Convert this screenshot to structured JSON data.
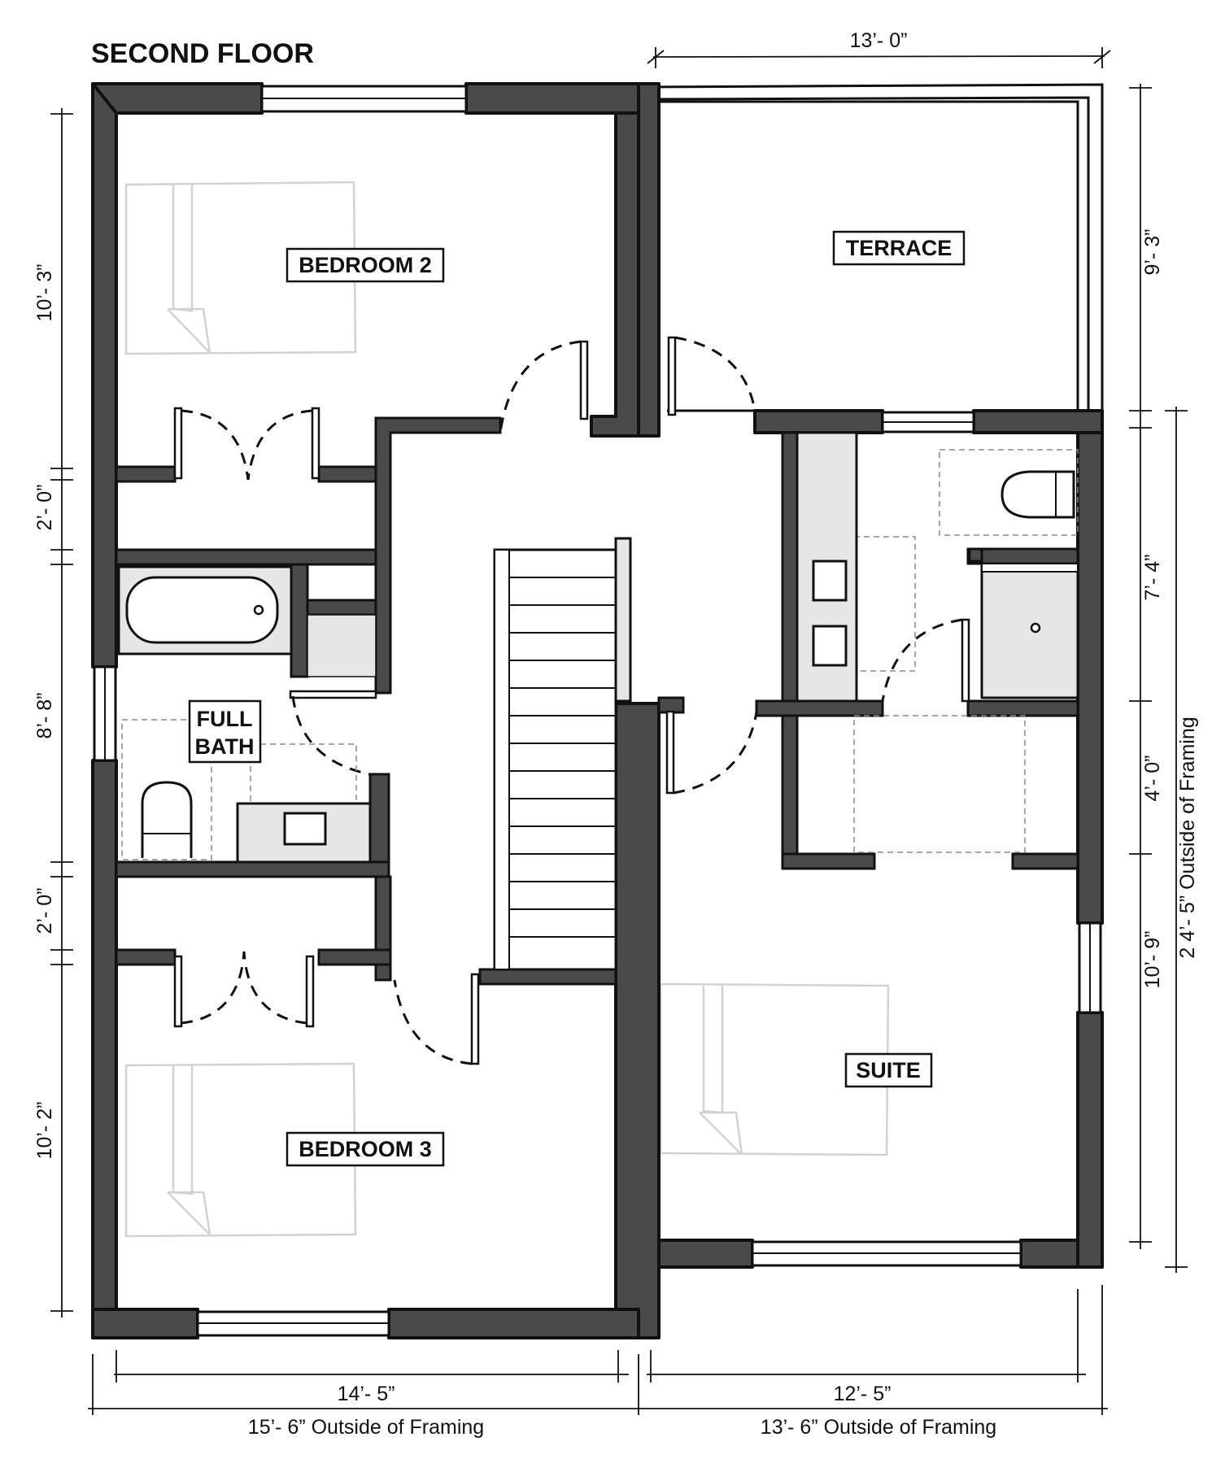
{
  "title": "SECOND FLOOR",
  "rooms": {
    "bedroom2": "BEDROOM 2",
    "terrace": "TERRACE",
    "full_bath_line1": "FULL",
    "full_bath_line2": "BATH",
    "suite": "SUITE",
    "bedroom3": "BEDROOM 3"
  },
  "dimensions": {
    "top": "13’- 0”",
    "left_bedroom2": "10’- 3”",
    "left_hall_upper": "2’- 0”",
    "left_bath": "8’- 8”",
    "left_hall_lower": "2’- 0”",
    "left_bedroom3": "10’- 2”",
    "right_terrace": "9’- 3”",
    "right_bath": "7’- 4”",
    "right_closet": "4’- 0”",
    "right_suite": "10’- 9”",
    "right_overall": "2 4’- 5” Outside of Framing",
    "bottom_left_inner": "14’- 5”",
    "bottom_right_inner": "12’- 5”",
    "bottom_left_outer": "15’- 6” Outside of Framing",
    "bottom_right_outer": "13’- 6” Outside of Framing"
  },
  "colors": {
    "wall": "#4a4a4a",
    "fixture": "#e6e6e6",
    "furniture_outline": "#d2d2d2",
    "ink": "#111111"
  }
}
